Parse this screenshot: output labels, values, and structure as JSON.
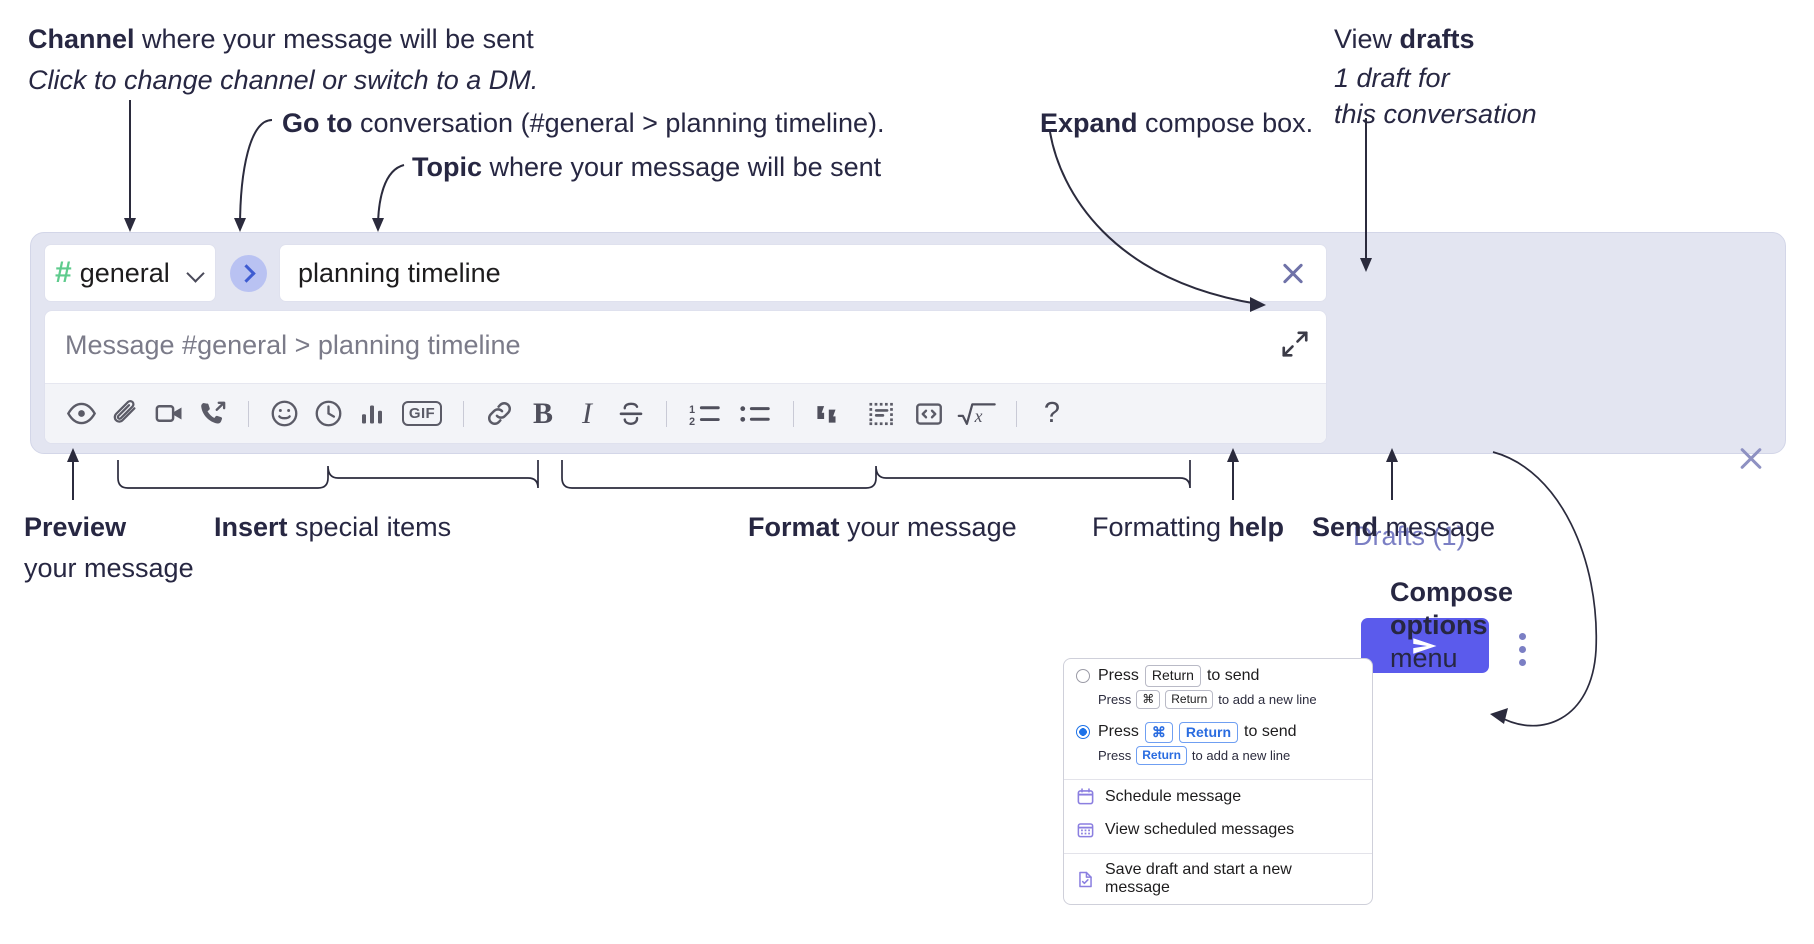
{
  "annotations": {
    "channel": {
      "bold": "Channel",
      "rest": " where your message will be sent",
      "italic": "Click to change channel or switch to a DM."
    },
    "goto": {
      "bold": "Go to",
      "rest": " conversation (#general > planning timeline)."
    },
    "topic": {
      "bold": "Topic",
      "rest": " where your message will be sent"
    },
    "expand": {
      "bold": "Expand",
      "rest": " compose box."
    },
    "drafts": {
      "lead": "View ",
      "bold": "drafts",
      "italic1": "1 draft for",
      "italic2": "this conversation"
    },
    "preview": {
      "bold": "Preview",
      "rest": "your message"
    },
    "insert": {
      "bold": "Insert",
      "rest": " special items"
    },
    "format": {
      "bold": "Format",
      "rest": " your message"
    },
    "help": {
      "lead": "Formatting ",
      "bold": "help"
    },
    "send": {
      "bold": "Send",
      "rest": " message"
    },
    "compose_options": {
      "bold1": "Compose",
      "bold2": "options",
      "rest": "menu"
    }
  },
  "compose": {
    "channel_name": "general",
    "channel_hash": "#",
    "topic_value": "planning timeline",
    "message_placeholder": "Message #general > planning timeline",
    "drafts_label": "Drafts (1)",
    "goto_icon": "chevron-right-icon",
    "clear_icon": "close-icon",
    "expand_icon": "expand-icon",
    "send_icon": "paper-plane-icon",
    "options_icon": "kebab-menu-icon",
    "close_icon": "close-icon",
    "toolbar": [
      {
        "name": "preview-icon",
        "label": "Preview"
      },
      {
        "name": "attachment-icon",
        "label": "Attach file"
      },
      {
        "name": "video-icon",
        "label": "Video clip"
      },
      {
        "name": "audio-call-icon",
        "label": "Audio clip"
      },
      {
        "name": "divider",
        "label": ""
      },
      {
        "name": "emoji-icon",
        "label": "Emoji"
      },
      {
        "name": "reminder-clock-icon",
        "label": "Reminder"
      },
      {
        "name": "poll-bar-chart-icon",
        "label": "Poll"
      },
      {
        "name": "gif-icon",
        "label": "GIF"
      },
      {
        "name": "divider",
        "label": ""
      },
      {
        "name": "link-icon",
        "label": "Link"
      },
      {
        "name": "bold-icon",
        "label": "B"
      },
      {
        "name": "italic-icon",
        "label": "I"
      },
      {
        "name": "strikethrough-icon",
        "label": "Strikethrough"
      },
      {
        "name": "divider",
        "label": ""
      },
      {
        "name": "ordered-list-icon",
        "label": "Ordered list"
      },
      {
        "name": "bulleted-list-icon",
        "label": "Bulleted list"
      },
      {
        "name": "divider",
        "label": ""
      },
      {
        "name": "blockquote-icon",
        "label": "Blockquote"
      },
      {
        "name": "code-block-icon",
        "label": "Code block"
      },
      {
        "name": "code-icon",
        "label": "Code"
      },
      {
        "name": "math-icon",
        "label": "Math"
      },
      {
        "name": "divider",
        "label": ""
      },
      {
        "name": "help-icon",
        "label": "?"
      }
    ]
  },
  "options_menu": {
    "option1": {
      "selected": false,
      "press": "Press",
      "key": "Return",
      "tail": "to send",
      "sub_press": "Press",
      "sub_key1": "⌘",
      "sub_key2": "Return",
      "sub_tail": "to add a new line"
    },
    "option2": {
      "selected": true,
      "press": "Press",
      "key1": "⌘",
      "key2": "Return",
      "tail": "to send",
      "sub_press": "Press",
      "sub_key": "Return",
      "sub_tail": "to add a new line"
    },
    "items": [
      {
        "icon": "calendar-schedule-icon",
        "label": "Schedule message"
      },
      {
        "icon": "calendar-grid-icon",
        "label": "View scheduled messages"
      },
      {
        "icon": "save-draft-icon",
        "label": "Save draft and start a new message"
      }
    ]
  },
  "colors": {
    "panel_bg": "#e3e5f1",
    "accent_send": "#5b5bec",
    "accent_link": "#7b7fc4",
    "hash_green": "#5fcb8d",
    "goto_blue": "#3e5bd1",
    "text": "#272742",
    "key_blue": "#2a6ce0"
  }
}
